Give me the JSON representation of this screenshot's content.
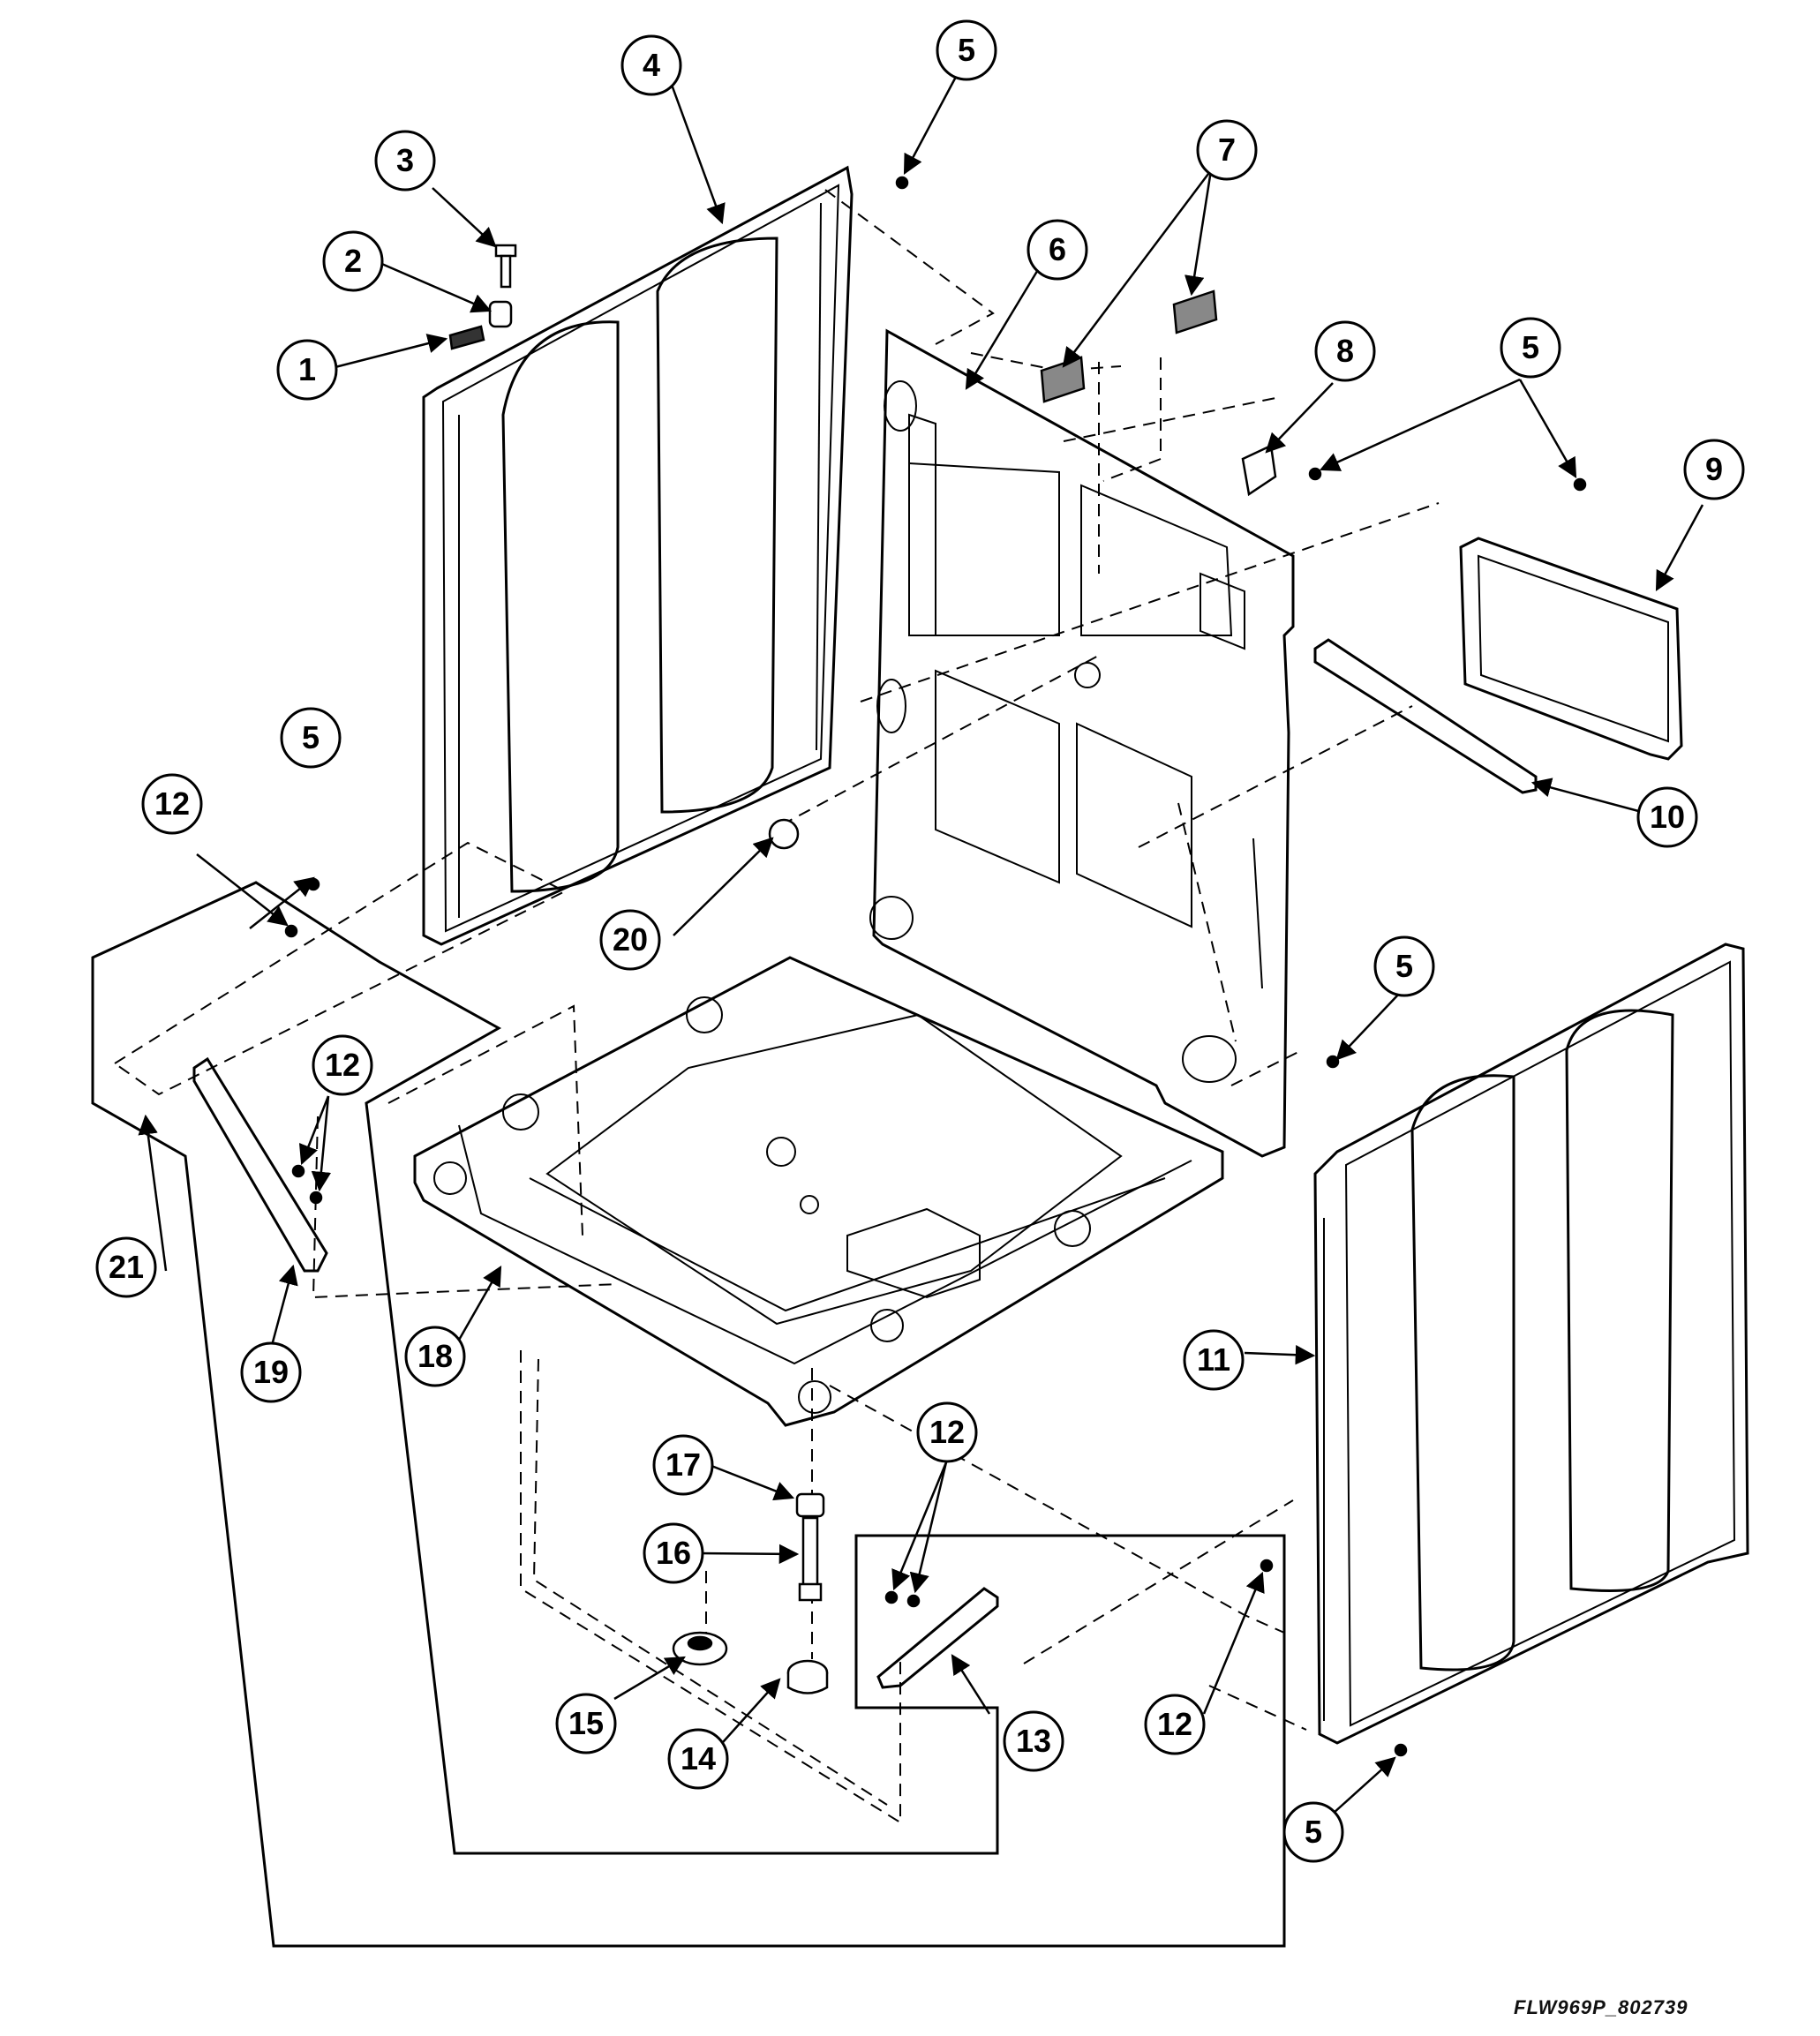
{
  "figure": {
    "drawing_id": "FLW969P_802739",
    "callouts": [
      {
        "id": "c1",
        "label": "1"
      },
      {
        "id": "c2",
        "label": "2"
      },
      {
        "id": "c3",
        "label": "3"
      },
      {
        "id": "c4",
        "label": "4"
      },
      {
        "id": "c5a",
        "label": "5"
      },
      {
        "id": "c6",
        "label": "6"
      },
      {
        "id": "c7",
        "label": "7"
      },
      {
        "id": "c8",
        "label": "8"
      },
      {
        "id": "c5b",
        "label": "5"
      },
      {
        "id": "c9",
        "label": "9"
      },
      {
        "id": "c10",
        "label": "10"
      },
      {
        "id": "c5c",
        "label": "5"
      },
      {
        "id": "c12a",
        "label": "12"
      },
      {
        "id": "c20",
        "label": "20"
      },
      {
        "id": "c5d",
        "label": "5"
      },
      {
        "id": "c12b",
        "label": "12"
      },
      {
        "id": "c21",
        "label": "21"
      },
      {
        "id": "c19",
        "label": "19"
      },
      {
        "id": "c18",
        "label": "18"
      },
      {
        "id": "c11",
        "label": "11"
      },
      {
        "id": "c17",
        "label": "17"
      },
      {
        "id": "c12c",
        "label": "12"
      },
      {
        "id": "c16",
        "label": "16"
      },
      {
        "id": "c15",
        "label": "15"
      },
      {
        "id": "c14",
        "label": "14"
      },
      {
        "id": "c13",
        "label": "13"
      },
      {
        "id": "c12d",
        "label": "12"
      },
      {
        "id": "c5e",
        "label": "5"
      }
    ]
  }
}
